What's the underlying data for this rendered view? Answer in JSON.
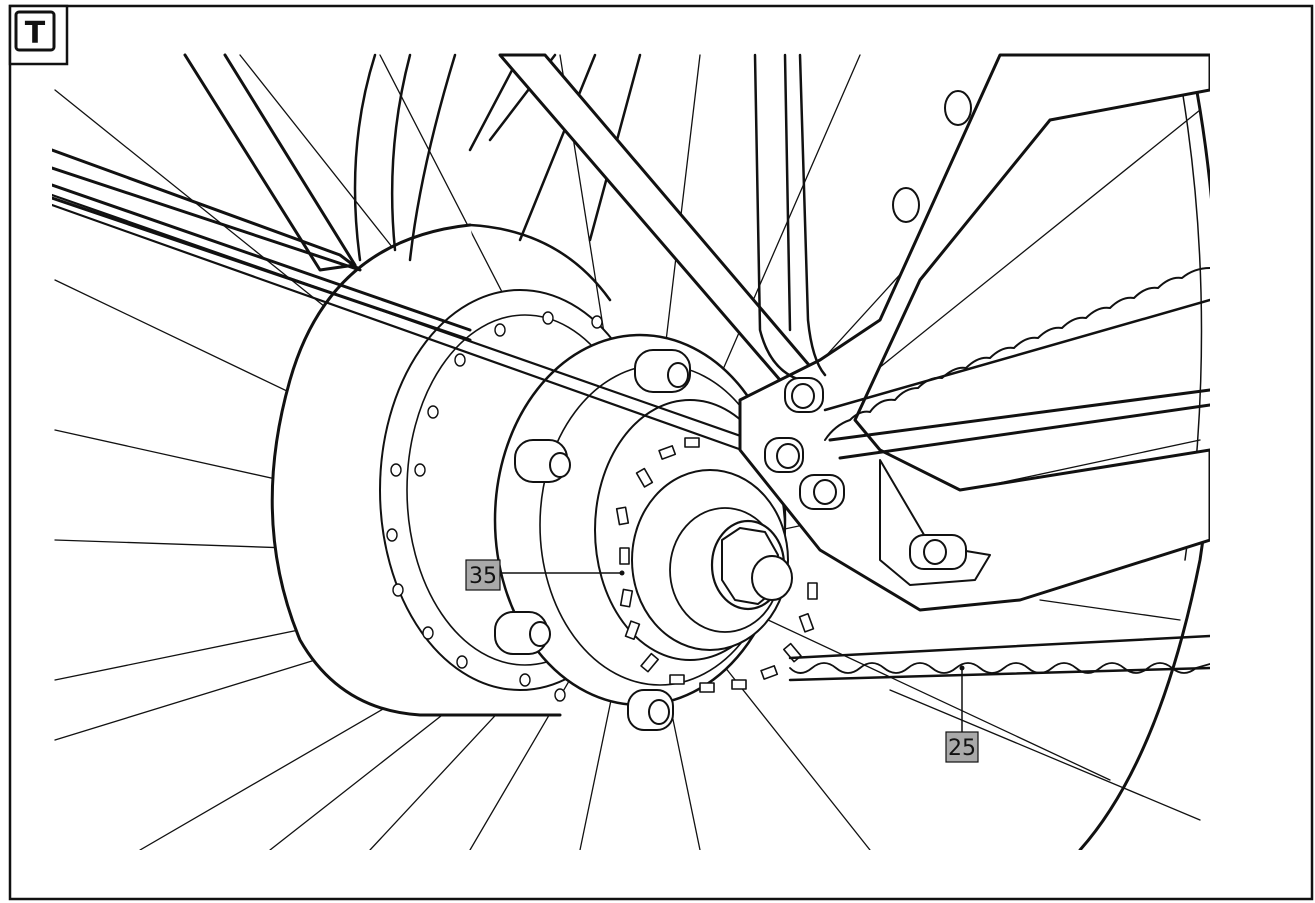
{
  "figure_tag": "T",
  "callouts": [
    {
      "id": "callout-35",
      "label": "35"
    },
    {
      "id": "callout-25",
      "label": "25"
    }
  ],
  "colors": {
    "line": "#111111",
    "callout_fill": "#a9a9a9",
    "background": "#ffffff"
  }
}
